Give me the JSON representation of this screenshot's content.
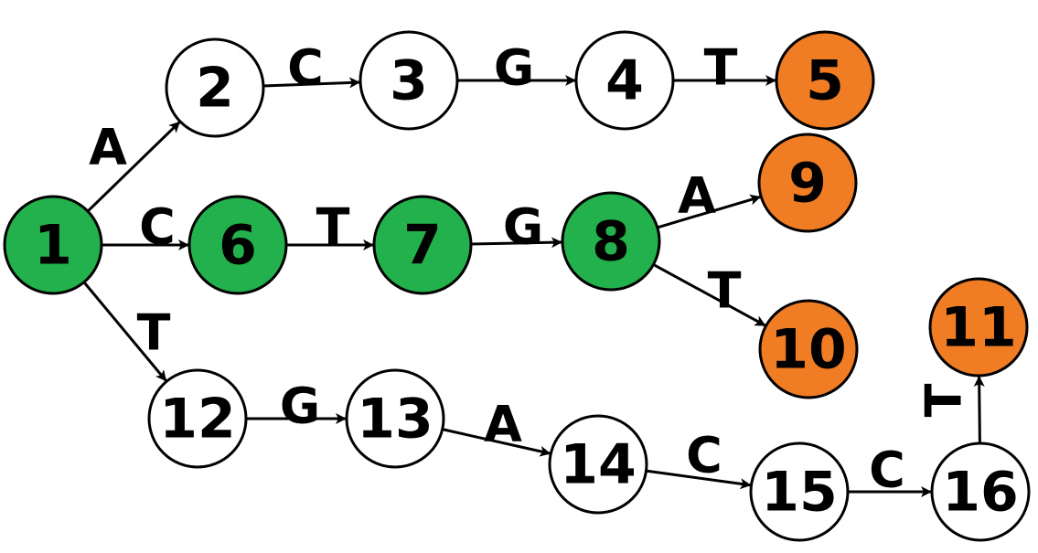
{
  "colors": {
    "green": "#22b14c",
    "orange": "#f07c24",
    "white": "#ffffff"
  },
  "nodes": [
    {
      "id": "1",
      "label": "1",
      "fill": "green"
    },
    {
      "id": "2",
      "label": "2",
      "fill": "white"
    },
    {
      "id": "3",
      "label": "3",
      "fill": "white"
    },
    {
      "id": "4",
      "label": "4",
      "fill": "white"
    },
    {
      "id": "5",
      "label": "5",
      "fill": "orange"
    },
    {
      "id": "6",
      "label": "6",
      "fill": "green"
    },
    {
      "id": "7",
      "label": "7",
      "fill": "green"
    },
    {
      "id": "8",
      "label": "8",
      "fill": "green"
    },
    {
      "id": "9",
      "label": "9",
      "fill": "orange"
    },
    {
      "id": "10",
      "label": "10",
      "fill": "orange",
      "outline": "green"
    },
    {
      "id": "11",
      "label": "11",
      "fill": "orange"
    },
    {
      "id": "12",
      "label": "12",
      "fill": "white"
    },
    {
      "id": "13",
      "label": "13",
      "fill": "white"
    },
    {
      "id": "14",
      "label": "14",
      "fill": "white"
    },
    {
      "id": "15",
      "label": "15",
      "fill": "white"
    },
    {
      "id": "16",
      "label": "16",
      "fill": "white"
    }
  ],
  "edges": [
    {
      "from": "1",
      "to": "2",
      "label": "A"
    },
    {
      "from": "2",
      "to": "3",
      "label": "C"
    },
    {
      "from": "3",
      "to": "4",
      "label": "G"
    },
    {
      "from": "4",
      "to": "5",
      "label": "T"
    },
    {
      "from": "1",
      "to": "6",
      "label": "C"
    },
    {
      "from": "6",
      "to": "7",
      "label": "T"
    },
    {
      "from": "7",
      "to": "8",
      "label": "G"
    },
    {
      "from": "8",
      "to": "9",
      "label": "A"
    },
    {
      "from": "8",
      "to": "10",
      "label": "T"
    },
    {
      "from": "1",
      "to": "12",
      "label": "T"
    },
    {
      "from": "12",
      "to": "13",
      "label": "G"
    },
    {
      "from": "13",
      "to": "14",
      "label": "A"
    },
    {
      "from": "14",
      "to": "15",
      "label": "C"
    },
    {
      "from": "15",
      "to": "16",
      "label": "C"
    },
    {
      "from": "16",
      "to": "11",
      "label": "T"
    }
  ]
}
